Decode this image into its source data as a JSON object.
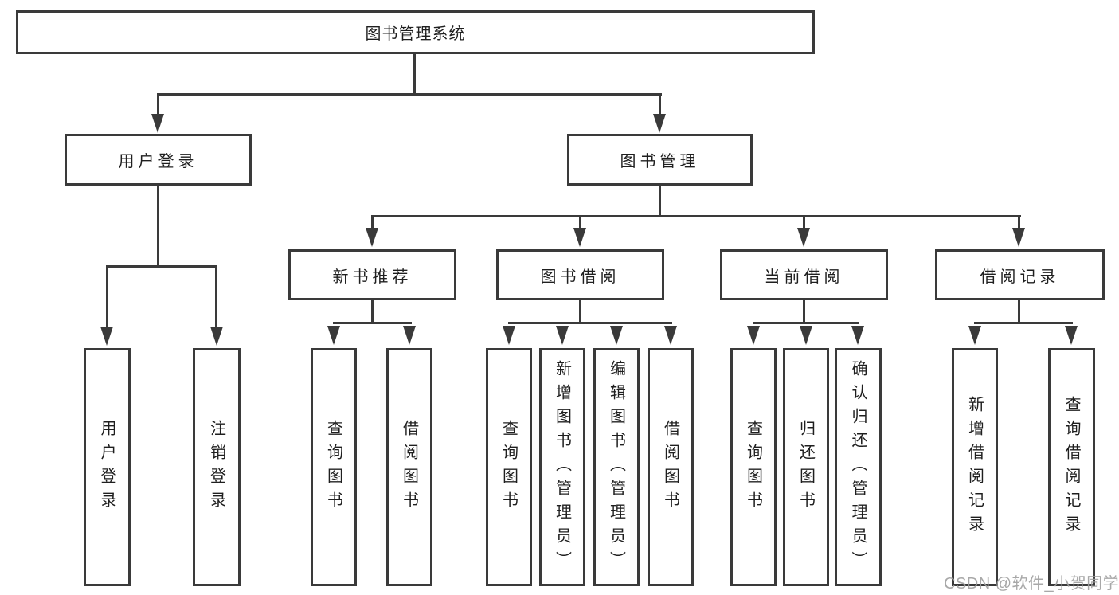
{
  "nodes": {
    "root": "图书管理系统",
    "level2": [
      "用户登录",
      "图书管理"
    ],
    "level3": [
      "新书推荐",
      "图书借阅",
      "当前借阅",
      "借阅记录"
    ],
    "leaves_user": [
      "用户登录",
      "注销登录"
    ],
    "leaves_new": [
      "查询图书",
      "借阅图书"
    ],
    "leaves_borrow": [
      "查询图书",
      "新增图书（管理员）",
      "编辑图书（管理员）",
      "借阅图书"
    ],
    "leaves_current": [
      "查询图书",
      "归还图书",
      "确认归还（管理员）"
    ],
    "leaves_records": [
      "新增借阅记录",
      "查询借阅记录"
    ]
  },
  "watermark": {
    "text": "CSDN @软件_小贺同学"
  },
  "colors": {
    "line": "#3a3a3a",
    "text": "#1f1f1f",
    "watermark": "#9f9f9f",
    "background": "#ffffff"
  }
}
